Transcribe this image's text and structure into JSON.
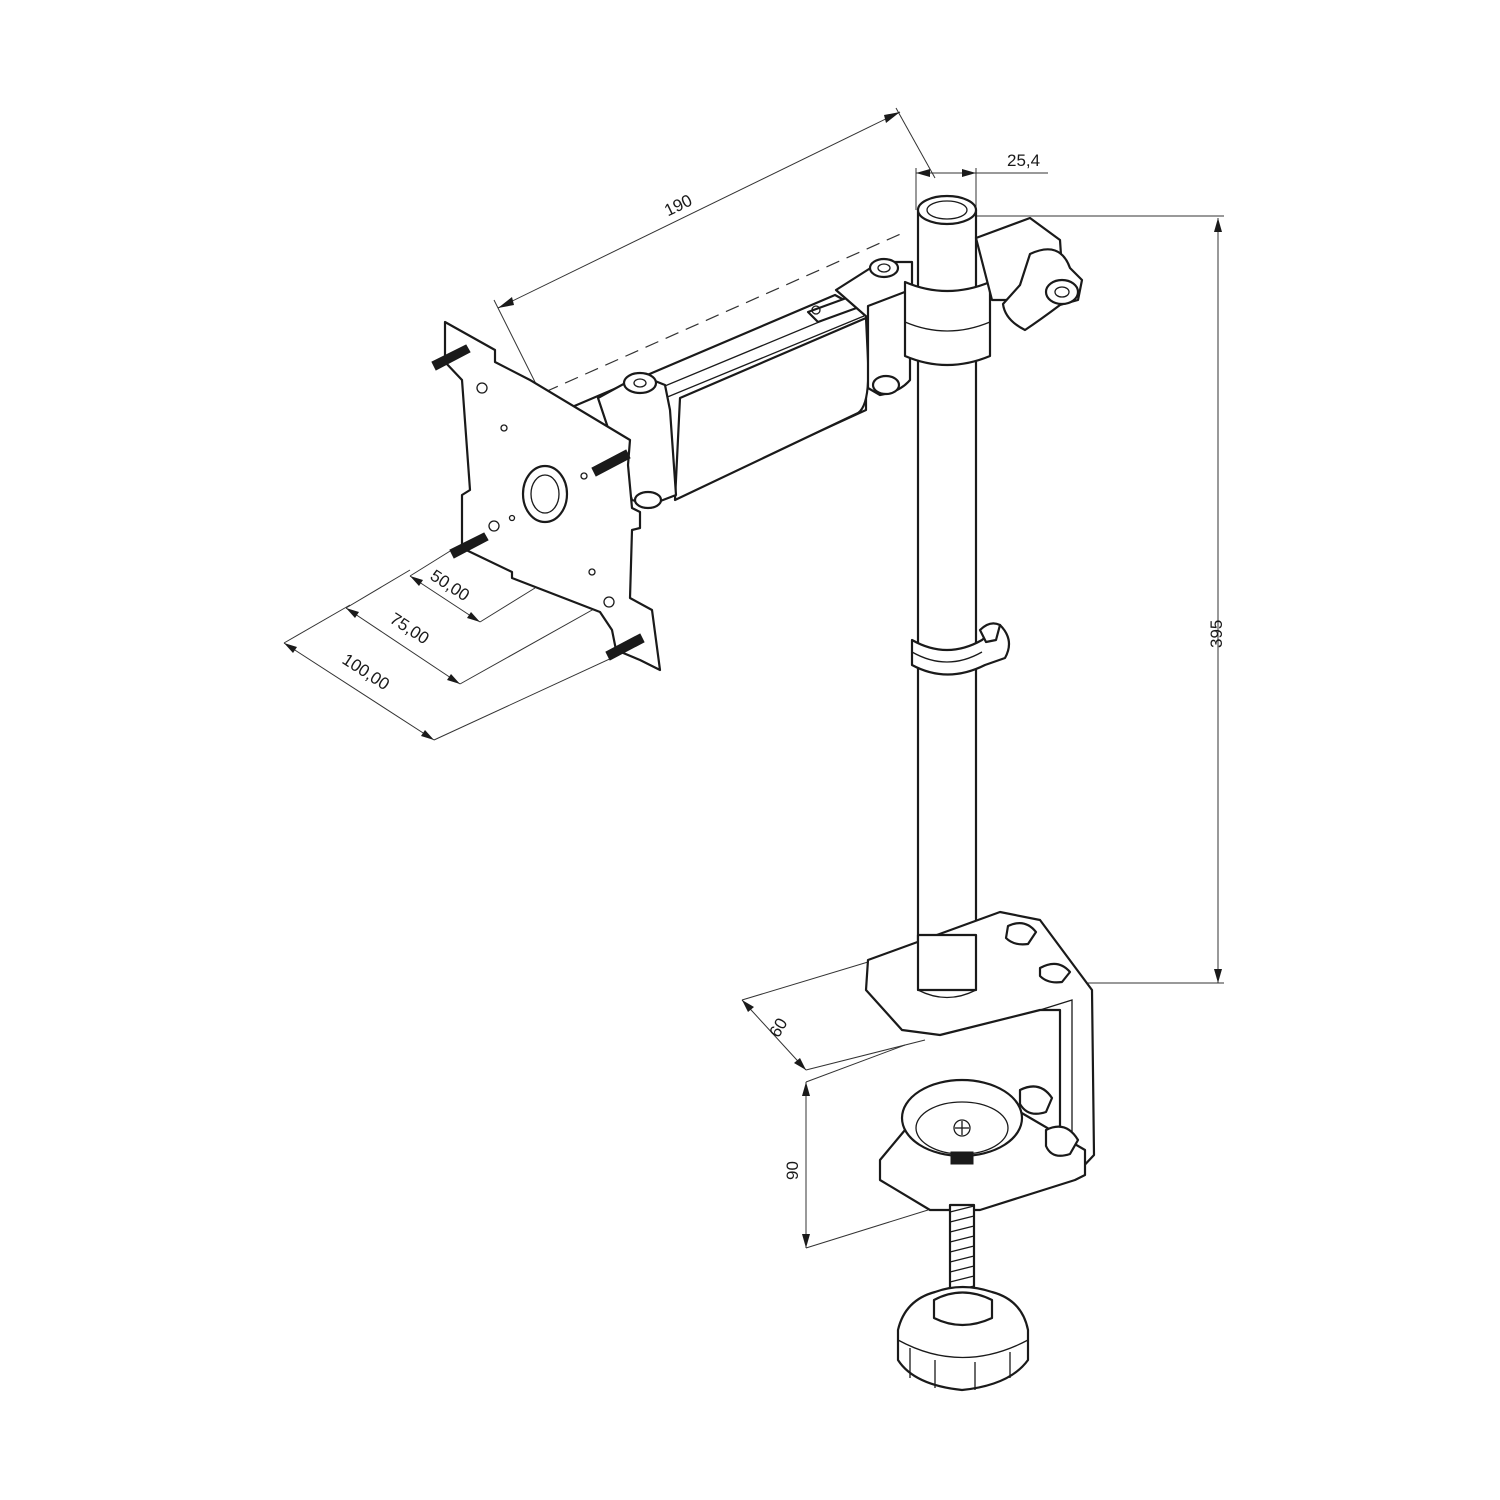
{
  "dimensions": {
    "arm_length": "190",
    "pole_diameter": "25,4",
    "pole_height": "395",
    "vesa_50": "50,00",
    "vesa_75": "75,00",
    "vesa_100": "100,00",
    "clamp_depth": "60",
    "clamp_opening": "90"
  },
  "colors": {
    "line": "#1a1a1a",
    "background": "#ffffff"
  }
}
